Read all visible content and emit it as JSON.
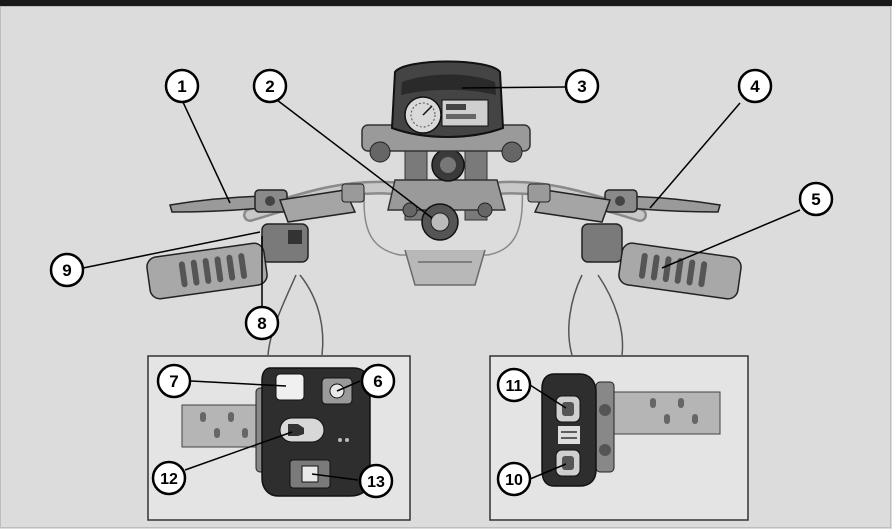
{
  "callouts": [
    {
      "id": "c1",
      "label": "1"
    },
    {
      "id": "c2",
      "label": "2"
    },
    {
      "id": "c3",
      "label": "3"
    },
    {
      "id": "c4",
      "label": "4"
    },
    {
      "id": "c5",
      "label": "5"
    },
    {
      "id": "c6",
      "label": "6"
    },
    {
      "id": "c7",
      "label": "7"
    },
    {
      "id": "c8",
      "label": "8"
    },
    {
      "id": "c9",
      "label": "9"
    },
    {
      "id": "c10",
      "label": "10"
    },
    {
      "id": "c11",
      "label": "11"
    },
    {
      "id": "c12",
      "label": "12"
    },
    {
      "id": "c13",
      "label": "13"
    }
  ],
  "colors": {
    "background": "#dcdcdc",
    "frame": "#1a1a1a",
    "line": "#000000",
    "part_fill": "#9a9a9a",
    "part_dark": "#3a3a3a",
    "callout_fill": "#ffffff"
  }
}
